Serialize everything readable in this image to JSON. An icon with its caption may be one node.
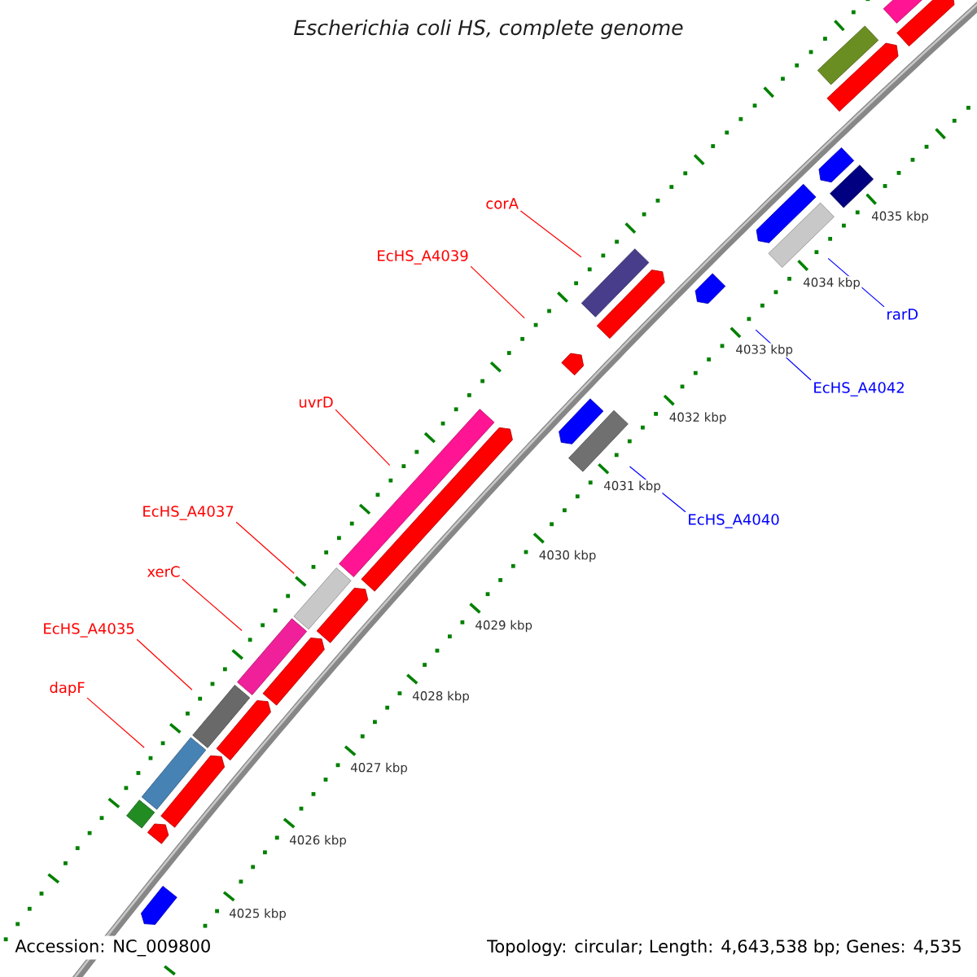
{
  "diagram": {
    "title": "Escherichia coli HS, complete genome",
    "nodes": [
      {
        "text": [
          "corA"
        ]
      },
      {
        "text": [
          "EcHS_A4039"
        ]
      },
      {
        "text": [
          "rarD"
        ]
      },
      {
        "text": [
          "EcHS_A4042"
        ]
      },
      {
        "text": [
          "uvrD"
        ]
      },
      {
        "text": [
          "EcHS_A4037"
        ]
      },
      {
        "text": [
          "EcHS_A4040"
        ]
      },
      {
        "text": [
          "xerC"
        ]
      },
      {
        "text": [
          "EcHS_A4035"
        ]
      },
      {
        "text": [
          "dapF"
        ]
      },
      {
        "text": [],
        "shape": "bar"
      },
      {
        "text": [],
        "shape": "arrow"
      },
      {
        "text": [],
        "shape": "bar"
      },
      {
        "text": [],
        "shape": "arrow"
      },
      {
        "text": [],
        "shape": "arrow"
      },
      {
        "text": [],
        "shape": "bar"
      },
      {
        "text": [],
        "shape": "arrow"
      },
      {
        "text": [],
        "shape": "bar"
      },
      {
        "text": [],
        "shape": "bar"
      },
      {
        "text": [],
        "shape": "arrow"
      },
      {
        "text": [],
        "shape": "arrow"
      },
      {
        "text": [],
        "shape": "arrow"
      },
      {
        "text": [],
        "shape": "arrow"
      },
      {
        "text": [],
        "shape": "bar"
      },
      {
        "text": [],
        "shape": "bar"
      },
      {
        "text": [],
        "shape": "arrow"
      },
      {
        "text": [],
        "shape": "bar"
      },
      {
        "text": [],
        "shape": "arrow"
      },
      {
        "text": [],
        "shape": "bar"
      },
      {
        "text": [],
        "shape": "arrow"
      },
      {
        "text": [],
        "shape": "bar"
      },
      {
        "text": [],
        "shape": "arrow"
      },
      {
        "text": [],
        "shape": "bar"
      },
      {
        "text": [],
        "shape": "arrow"
      },
      {
        "text": [],
        "shape": "bar"
      },
      {
        "text": [],
        "shape": "arrow"
      },
      {
        "text": [],
        "shape": "arrow"
      }
    ],
    "edges": [
      {
        "from": 0,
        "to": 18,
        "arrow": "none"
      },
      {
        "from": 1,
        "to": 21,
        "arrow": "none"
      },
      {
        "from": 2,
        "to": 17,
        "arrow": "none",
        "color": "#0000ff"
      },
      {
        "from": 3,
        "to": 19,
        "arrow": "none",
        "color": "#0000ff"
      },
      {
        "from": 4,
        "to": 24,
        "arrow": "none"
      },
      {
        "from": 5,
        "to": 26,
        "arrow": "none"
      },
      {
        "from": 6,
        "to": 23,
        "arrow": "none",
        "color": "#0000ff"
      },
      {
        "from": 7,
        "to": 28,
        "arrow": "none"
      },
      {
        "from": 8,
        "to": 30,
        "arrow": "none"
      },
      {
        "from": 9,
        "to": 32,
        "arrow": "none"
      }
    ],
    "labels": [
      "4035 kbp",
      "4034 kbp",
      "4033 kbp",
      "4032 kbp",
      "4031 kbp",
      "4030 kbp",
      "4029 kbp",
      "4028 kbp",
      "4027 kbp",
      "4026 kbp",
      "4025 kbp",
      "Accession: NC_009800",
      "Topology: circular; Length: 4,643,538 bp; Genes: 4,535"
    ]
  }
}
